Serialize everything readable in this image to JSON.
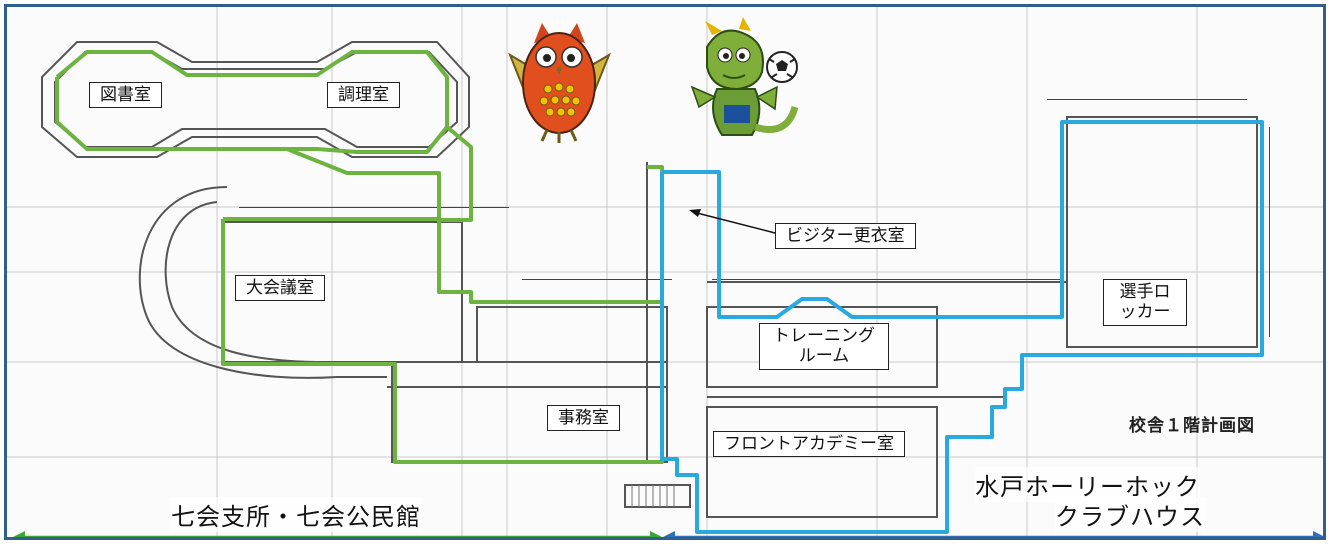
{
  "rooms": {
    "library": "図書室",
    "cooking": "調理室",
    "conference": "大会議室",
    "visitor_locker": "ビジター更衣室",
    "player_locker": "選手ロッカー",
    "training": "トレーニングルーム",
    "office": "事務室",
    "front_academy": "フロントアカデミー室"
  },
  "plan_title": "校舎１階計画図",
  "areas": {
    "left": "七会支所・七会公民館",
    "right_line1": "水戸ホーリーホック",
    "right_line2": "クラブハウス"
  },
  "colors": {
    "green": "#6db33f",
    "blue": "#29a9dd",
    "arrow_green": "#3aa635",
    "arrow_blue": "#2e6fb5",
    "frame": "#2f5f8a"
  },
  "icons": [
    "owl-mascot",
    "dragon-mascot",
    "soccer-ball-icon"
  ]
}
